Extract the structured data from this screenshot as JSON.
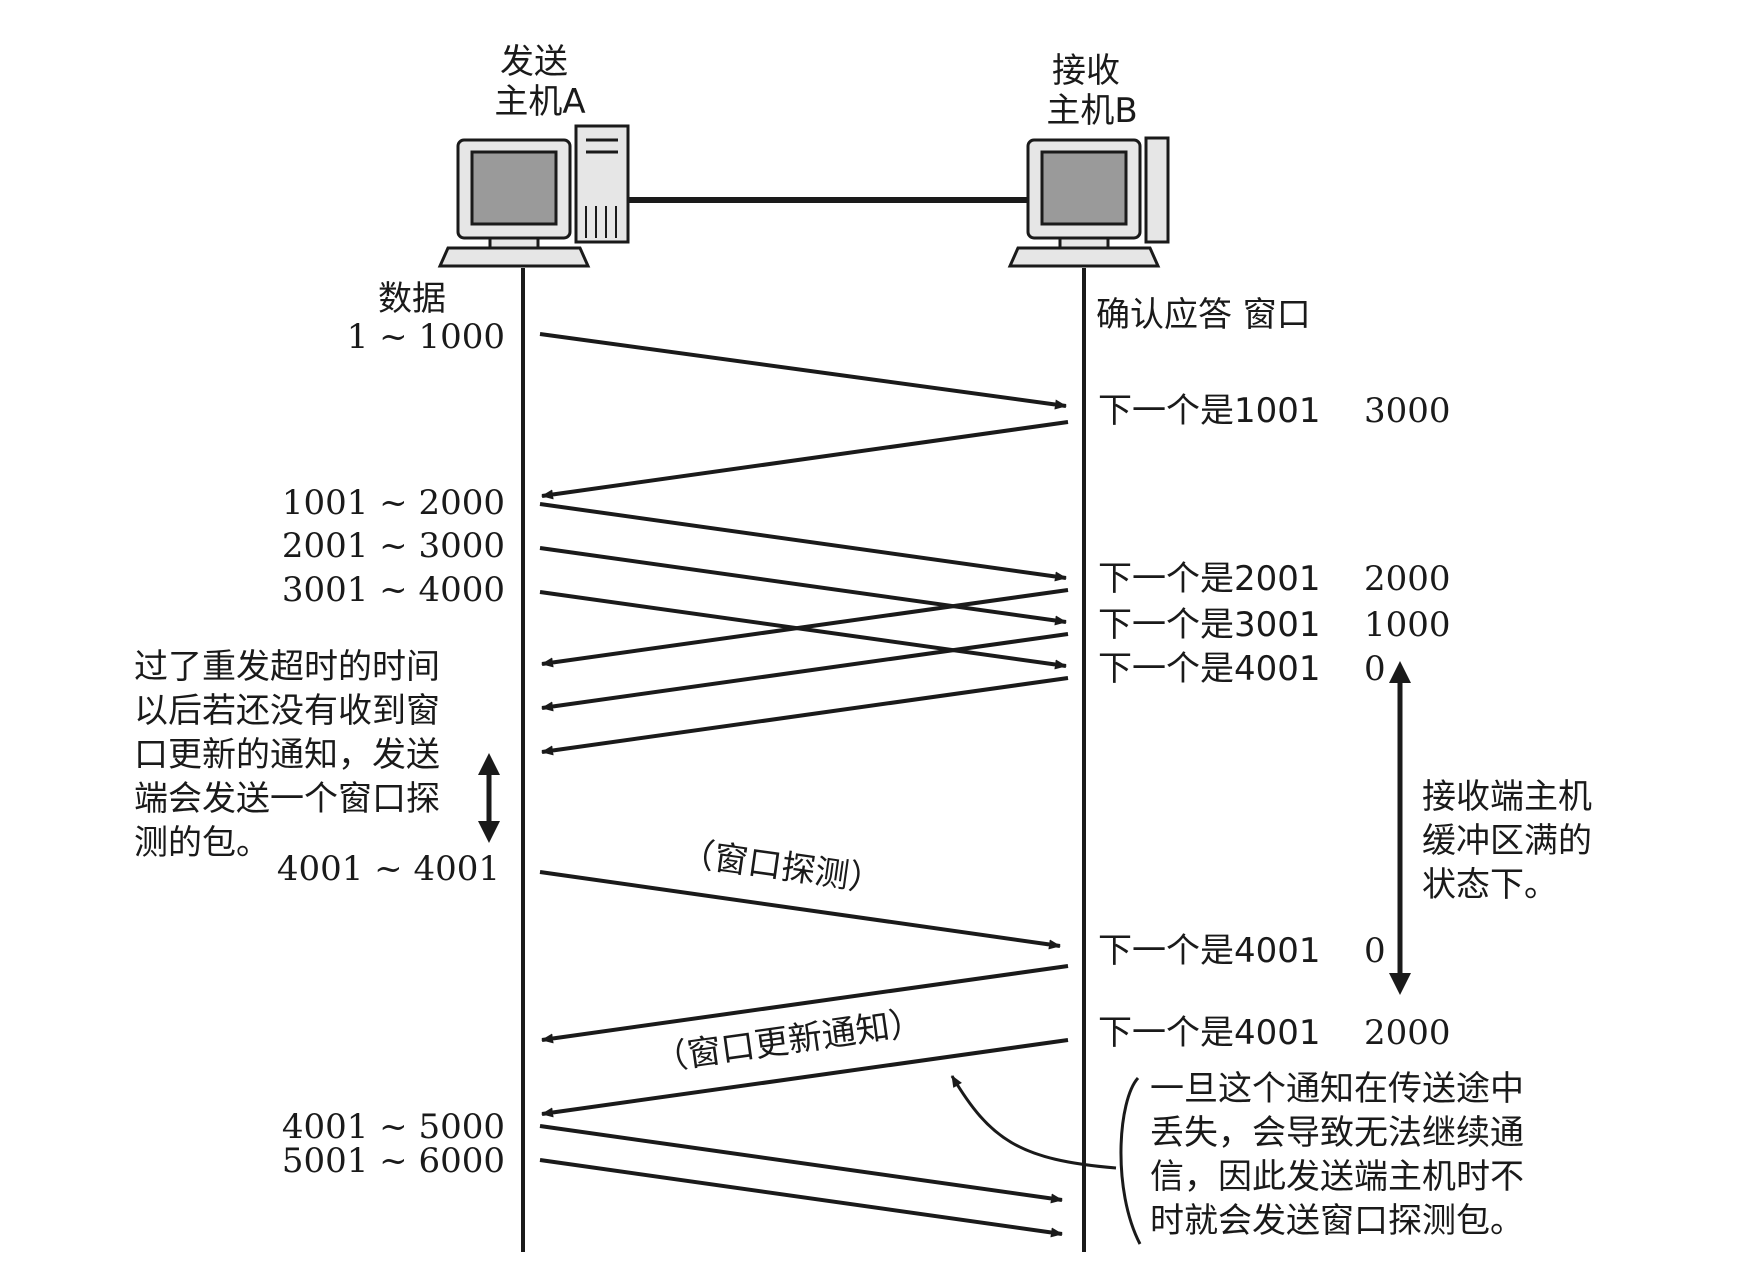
{
  "hosts": {
    "sender": {
      "line1": "发送",
      "line2": "主机A"
    },
    "receiver": {
      "line1": "接收",
      "line2": "主机B"
    }
  },
  "headers": {
    "data": "数据",
    "ack_window": "确认应答 窗口"
  },
  "data_labels": {
    "seg1": "1 ~ 1000",
    "seg2": "1001 ~ 2000",
    "seg3": "2001 ~ 3000",
    "seg4": "3001 ~ 4000",
    "probe": "4001 ~ 4001",
    "seg5": "4001 ~ 5000",
    "seg6": "5001 ~ 6000"
  },
  "ack_labels": {
    "a1": {
      "next": "下一个是1001",
      "window": "3000"
    },
    "a2": {
      "next": "下一个是2001",
      "window": "2000"
    },
    "a3": {
      "next": "下一个是3001",
      "window": "1000"
    },
    "a4": {
      "next": "下一个是4001",
      "window": "0"
    },
    "a5": {
      "next": "下一个是4001",
      "window": "0"
    },
    "a6": {
      "next": "下一个是4001",
      "window": "2000"
    }
  },
  "annotations": {
    "probe_label": "（窗口探测）",
    "update_label": "（窗口更新通知）",
    "timeout_note": [
      "过了重发超时的时间",
      "以后若还没有收到窗",
      "口更新的通知，发送",
      "端会发送一个窗口探",
      "测的包。"
    ],
    "buffer_note": [
      "接收端主机",
      "缓冲区满的",
      "状态下。"
    ],
    "loss_note": [
      "一旦这个通知在传送途中",
      "丢失，会导致无法继续通",
      "信，因此发送端主机时不",
      "时就会发送窗口探测包。"
    ]
  },
  "colors": {
    "ink": "#1a1a1a",
    "screen": "#9a9a9a",
    "case": "#e6e6e6"
  }
}
